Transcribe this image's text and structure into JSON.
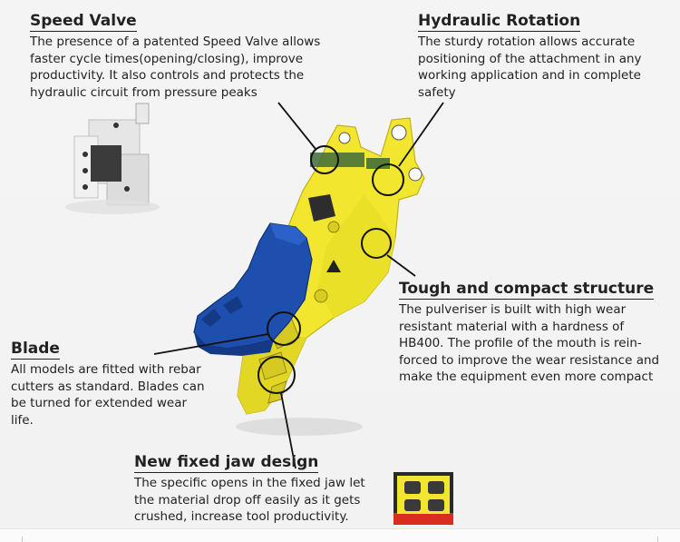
{
  "features": {
    "speed_valve": {
      "title": "Speed Valve",
      "text": "The presence of a patented Speed Valve allows\nfaster cycle times(opening/closing), improve\nproductivity. It also controls and protects the\nhydraulic circuit from pressure peaks"
    },
    "hydraulic_rotation": {
      "title": "Hydraulic Rotation",
      "text": "The sturdy rotation allows accurate\npositioning of the attachment in any\nworking application and in complete\nsafety"
    },
    "tough_structure": {
      "title": "Tough and compact structure",
      "text": "The pulveriser is built with high wear\nresistant material with a hardness of\nHB400. The profile of the mouth is rein-\nforced to improve the wear resistance and\nmake the equipment even more compact"
    },
    "blade": {
      "title": "Blade",
      "text": "All models are fitted with rebar\ncutters as standard. Blades can\nbe turned for extended wear\nlife."
    },
    "fixed_jaw": {
      "title": "New fixed jaw design",
      "text": "The specific opens in the fixed jaw let\nthe material drop off easily as it gets\ncrushed, increase tool productivity."
    }
  },
  "colors": {
    "body_yellow": "#f2e72e",
    "shadow_yellow": "#c9bd1e",
    "jaw_blue": "#1f4fae",
    "jaw_blue_dark": "#143a86",
    "valve_gray": "#d9d9d9",
    "detail_red": "#d92d1f"
  }
}
